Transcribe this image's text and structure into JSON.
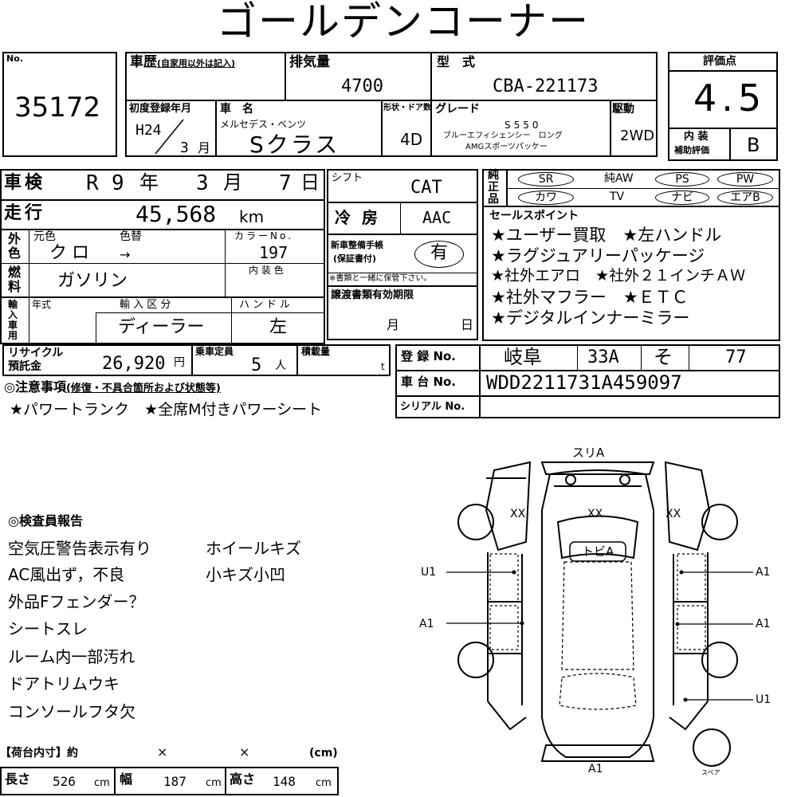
{
  "title": "ゴールデンコーナー",
  "header": {
    "no_label": "No.",
    "no_value": "35172",
    "history_label": "車歴",
    "history_note": "(自家用以外は記入)",
    "displacement_label": "排気量",
    "displacement_value": "4700",
    "model_label": "型　式",
    "model_value": "CBA-221173",
    "first_reg_label": "初度登録年月",
    "first_reg_era": "H24",
    "first_reg_month": "3",
    "first_reg_month_unit": "月",
    "name_label": "車　名",
    "maker": "メルセデス・ベンツ",
    "car_name": "Sクラス",
    "shape_door_label": "形状・ドア数",
    "shape_door_value": "4D",
    "grade_label": "グレード",
    "grade_line1": "S550",
    "grade_line2": "ブルーエフィシェンシー　ロング",
    "grade_line3": "AMGスポーツパッケー",
    "drive_label": "駆動",
    "drive_value": "2WD",
    "score_label": "評価点",
    "score_value": "4.5",
    "interior_label_1": "内 装",
    "interior_label_2": "補助評価",
    "interior_value": "B"
  },
  "inspection": {
    "label": "車検",
    "era": "R",
    "year": "9",
    "year_unit": "年",
    "month": "3",
    "month_unit": "月",
    "day": "7",
    "day_unit": "日"
  },
  "mileage": {
    "label": "走行",
    "value": "45,568",
    "unit": "km"
  },
  "color": {
    "outer_label_1": "外",
    "outer_label_2": "色",
    "original_label": "元色",
    "change_label": "色替",
    "original_value": "クロ",
    "change_value": "→",
    "color_no_label": "カラーNo.",
    "color_no_value": "197"
  },
  "fuel": {
    "label_1": "燃",
    "label_2": "料",
    "value": "ガソリン",
    "interior_color_label": "内 装 色"
  },
  "import": {
    "label_1": "輸",
    "label_2": "入",
    "label_3": "車",
    "label_4": "用",
    "year_label": "年式",
    "import_type_label": "輸 入 区 分",
    "import_type_value": "ディーラー",
    "handle_label": "ハンドル",
    "handle_value": "左"
  },
  "shift": {
    "label": "シフト",
    "value": "CAT"
  },
  "aircon": {
    "label": "冷房",
    "value": "AAC"
  },
  "maintenance": {
    "label_1": "新車整備手帳",
    "label_2": "(保証書付)",
    "value": "有",
    "note": "※書類と一緒に保管下さい。"
  },
  "transfer": {
    "label": "譲渡書類有効期限",
    "month_unit": "月",
    "day_unit": "日"
  },
  "equipment": {
    "label_1": "純",
    "label_2": "正",
    "label_3": "品",
    "row1": [
      "SR",
      "純AW",
      "PS",
      "PW"
    ],
    "row2": [
      "カワ",
      "TV",
      "ナビ",
      "エアB"
    ]
  },
  "sales_points": {
    "label": "セールスポイント",
    "lines": [
      "★ユーザー買取　★左ハンドル",
      "★ラグジュアリーパッケージ",
      "★社外エアロ　★社外２１インチＡＷ",
      "★社外マフラー　★ＥＴＣ",
      "★デジタルインナーミラー"
    ]
  },
  "recycle": {
    "label_1": "リサイクル",
    "label_2": "預託金",
    "value": "26,920",
    "unit": "円",
    "capacity_label": "乗車定員",
    "capacity_value": "5",
    "capacity_unit": "人",
    "load_label": "積載量",
    "load_unit": "t"
  },
  "notes": {
    "label": "◎注意事項",
    "sub": "(修復・不具合箇所および状態等)",
    "text": "★パワートランク　★全席M付きパワーシート"
  },
  "registration": {
    "reg_label": "登 録 No.",
    "reg_area": "岐阜",
    "reg_class": "33A",
    "reg_kana": "そ",
    "reg_number": "77",
    "chassis_label": "車 台 No.",
    "chassis_value": "WDD2211731A459097",
    "serial_label": "シリアル No."
  },
  "report": {
    "label": "◎検査員報告",
    "left": [
      "空気圧警告表示有り",
      "AC風出ず，不良",
      "外品Fフェンダー？",
      "シートスレ",
      "ルーム内一部汚れ",
      "ドアトリムウキ",
      "コンソールフタ欠"
    ],
    "right": [
      "ホイールキズ",
      "小キズ小凹"
    ]
  },
  "cargo": {
    "label": "【荷台内寸】約",
    "x1": "×",
    "x2": "×",
    "unit_header": "(cm)",
    "length_label": "長さ",
    "length_value": "526",
    "width_label": "幅",
    "width_value": "187",
    "height_label": "高さ",
    "height_value": "148",
    "unit": "cm"
  },
  "diagram": {
    "top_mark": "スリA",
    "front_left": "XX",
    "front_center": "XX",
    "front_right": "XX",
    "roof": "トビA",
    "left_upper": "U1",
    "left_lower": "A1",
    "right_upper": "A1",
    "right_lower": "A1",
    "right_rear": "U1",
    "rear": "A1",
    "spare": "スペア"
  }
}
